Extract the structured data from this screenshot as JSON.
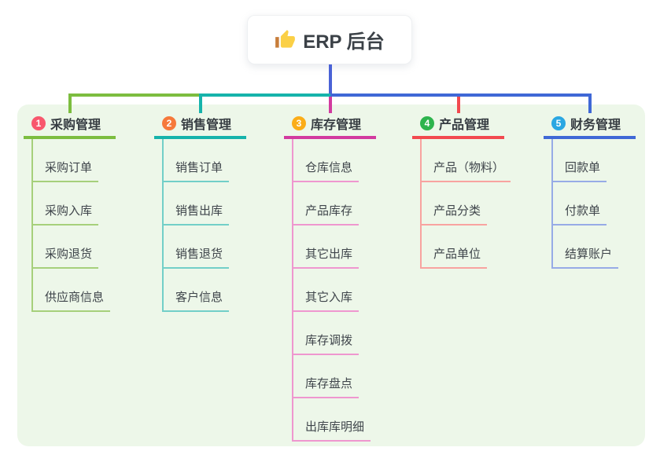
{
  "root": {
    "icon": "thumbs-up-icon",
    "label": "ERP 后台"
  },
  "colors": {
    "root_line": "#4a62d6",
    "panel_bg": "#edf7e9",
    "card_bg": "#ffffff",
    "text_dark": "#363c42"
  },
  "branches": [
    {
      "num": "1",
      "label": "采购管理",
      "line": "#7cbd3f",
      "line_light": "#a6d07b",
      "badge": "#f8576d",
      "children": [
        "采购订单",
        "采购入库",
        "采购退货",
        "供应商信息"
      ]
    },
    {
      "num": "2",
      "label": "销售管理",
      "line": "#16b3ab",
      "line_light": "#72cfc8",
      "badge": "#f6793b",
      "children": [
        "销售订单",
        "销售出库",
        "销售退货",
        "客户信息"
      ]
    },
    {
      "num": "3",
      "label": "库存管理",
      "line": "#d23a9f",
      "line_light": "#ef97cf",
      "badge": "#fbad18",
      "children": [
        "仓库信息",
        "产品库存",
        "其它出库",
        "其它入库",
        "库存调拨",
        "库存盘点",
        "出库库明细"
      ]
    },
    {
      "num": "4",
      "label": "产品管理",
      "line": "#f2494f",
      "line_light": "#f8a3a0",
      "badge": "#2db44d",
      "children": [
        "产品（物料）",
        "产品分类",
        "产品单位"
      ]
    },
    {
      "num": "5",
      "label": "财务管理",
      "line": "#3f68d6",
      "line_light": "#97abe6",
      "badge": "#2aa7e2",
      "children": [
        "回款单",
        "付款单",
        "结算账户"
      ]
    }
  ]
}
